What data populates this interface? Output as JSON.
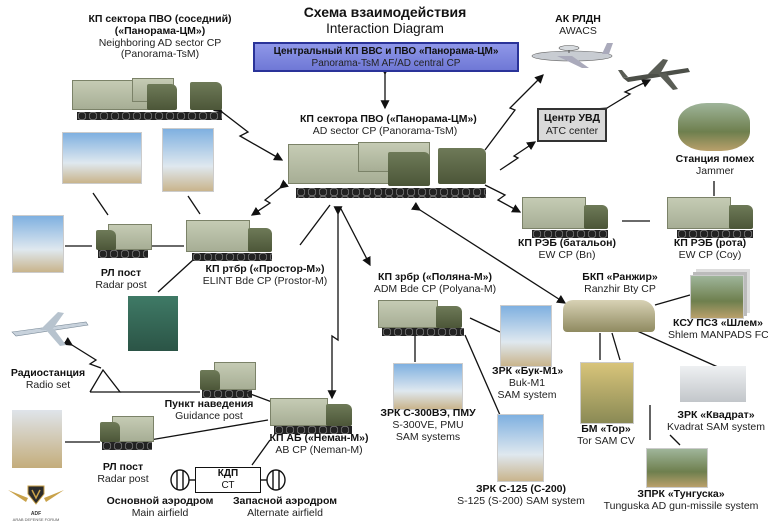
{
  "header": {
    "title_ru": "Схема взаимодействия",
    "title_en": "Interaction Diagram"
  },
  "central_cp": {
    "ru": "Центральный КП ВВС и ПВО «Панорама-ЦМ»",
    "en": "Panorama-TsM AF/AD central CP",
    "color": "#7c84dd",
    "border_color": "#2a3399"
  },
  "nodes": {
    "neighbor_sector_cp": {
      "ru1": "КП сектора ПВО (соседний)",
      "ru2": "(«Панорама-ЦМ»)",
      "en1": "Neighboring AD sector CP",
      "en2": "(Panorama-TsM)"
    },
    "awacs": {
      "ru": "АК РЛДН",
      "en": "AWACS"
    },
    "atc_center": {
      "ru": "Центр УВД",
      "en": "ATC center"
    },
    "sector_cp": {
      "ru": "КП сектора ПВО («Панорама-ЦМ»)",
      "en": "AD sector CP (Panorama-TsM)"
    },
    "jammer": {
      "ru": "Станция помех",
      "en": "Jammer"
    },
    "ew_cp_bn": {
      "ru": "КП РЭБ (батальон)",
      "en": "EW CP (Bn)"
    },
    "ew_cp_coy": {
      "ru": "КП РЭБ (рота)",
      "en": "EW CP (Coy)"
    },
    "radar_post_top": {
      "ru": "РЛ пост",
      "en": "Radar post"
    },
    "elint_cp": {
      "ru": "КП ртбр («Простор-М»)",
      "en": "ELINT Bde CP (Prostor-M)"
    },
    "adm_bde_cp": {
      "ru": "КП зрбр («Поляна-М»)",
      "en": "ADM Bde CP (Polyana-M)"
    },
    "ranzhir": {
      "ru": "БКП «Ранжир»",
      "en": "Ranzhir Bty CP"
    },
    "shlem": {
      "ru": "КСУ ПСЗ «Шлем»",
      "en": "Shlem MANPADS FCS"
    },
    "radio_set": {
      "ru": "Радиостанция",
      "en": "Radio set"
    },
    "guidance_post": {
      "ru": "Пункт наведения",
      "en": "Guidance post"
    },
    "buk": {
      "ru": "ЗРК «Бук-М1»",
      "en1": "Buk-M1",
      "en2": "SAM system"
    },
    "s300": {
      "ru": "ЗРК С-300ВЭ, ПМУ",
      "en1": "S-300VE, PMU",
      "en2": "SAM systems"
    },
    "tor": {
      "ru": "БМ «Тор»",
      "en": "Tor SAM CV"
    },
    "kvadrat": {
      "ru": "ЗРК «Квадрат»",
      "en": "Kvadrat SAM system"
    },
    "ab_cp": {
      "ru": "КП АБ («Неман-М»)",
      "en": "AB CP (Neman-M)"
    },
    "radar_post_bottom": {
      "ru": "РЛ пост",
      "en": "Radar post"
    },
    "kdp": {
      "line1": "КДП",
      "line2": "СТ"
    },
    "main_airfield": {
      "ru": "Основной аэродром",
      "en": "Main airfield"
    },
    "alternate_airfield": {
      "ru": "Запасной аэродром",
      "en": "Alternate airfield"
    },
    "s125": {
      "ru": "ЗРК С-125 (С-200)",
      "en": "S-125 (S-200) SAM system"
    },
    "tunguska": {
      "ru": "ЗПРК «Тунгуска»",
      "en": "Tunguska AD gun-missile system"
    }
  },
  "watermark": {
    "line1": "ADF",
    "line2": "ARAB DEFENSE FORUM"
  }
}
